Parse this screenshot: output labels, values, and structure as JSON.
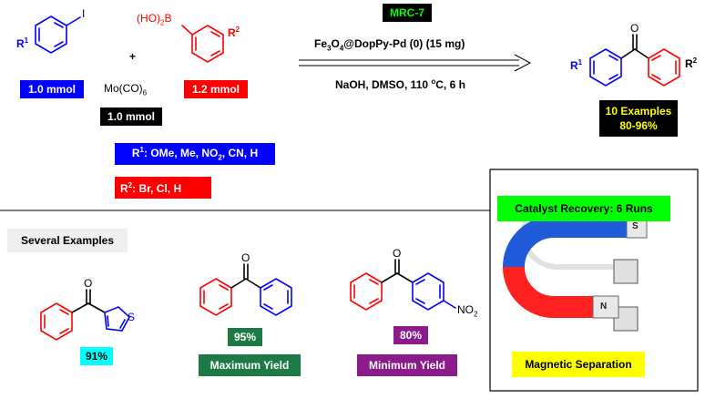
{
  "reaction": {
    "reactant1": {
      "substituent": "R",
      "substituent_sup": "1",
      "halogen": "I",
      "amount": "1.0 mmol",
      "color": "#0000ff"
    },
    "plus": "+",
    "reactant2": {
      "boronic_prefix": "(HO)",
      "boronic_sub": "2",
      "boronic_suffix": "B",
      "substituent": "R",
      "substituent_sup": "2",
      "amount": "1.2 mmol",
      "color": "#ff0000"
    },
    "co_source": {
      "name": "Mo(CO)",
      "sub": "6",
      "amount": "1.0 mmol"
    },
    "catalyst_tag": "MRC-7",
    "catalyst": {
      "prefix": "Fe",
      "sub1": "3",
      "mid": "O",
      "sub2": "4",
      "suffix": "@DopPy-Pd (0) (15 mg)"
    },
    "conditions": {
      "before": "NaOH, DMSO, 110 ",
      "sup": "o",
      "after": "C, 6 h"
    },
    "product": {
      "carbonyl": "O",
      "r1": "R",
      "r1_sup": "1",
      "r2": "R",
      "r2_sup": "2",
      "examples": "10 Examples",
      "yield_range": "80-96%"
    },
    "r1_options": {
      "label": "R",
      "sup": "1",
      "before": ": OMe, Me, NO",
      "sub": "2",
      "after": ", CN, H"
    },
    "r2_options": {
      "label": "R",
      "sup": "2",
      "text": ": Br, Cl, H"
    }
  },
  "examples": {
    "heading": "Several Examples",
    "items": [
      {
        "yield": "91%",
        "caption": "",
        "oxygen": "O",
        "hetero": "S",
        "color": "#00ffff"
      },
      {
        "yield": "95%",
        "caption": "Maximum Yield",
        "oxygen": "O",
        "color": "#1e7a45"
      },
      {
        "yield": "80%",
        "caption": "Minimum Yield",
        "oxygen": "O",
        "nitro": "NO",
        "nitro_sub": "2",
        "color": "#8b1a8b"
      }
    ]
  },
  "recovery": {
    "title": "Catalyst Recovery: 6 Runs",
    "magnet_pole_s": "S",
    "magnet_pole_n": "N",
    "caption": "Magnetic Separation"
  },
  "colors": {
    "blue": "#0000ff",
    "red": "#ff0000",
    "green_tag": "#00ff00",
    "yellow": "#ffff00",
    "dark_green": "#1e7a45",
    "purple": "#8b1a8b",
    "cyan": "#00ffff"
  }
}
